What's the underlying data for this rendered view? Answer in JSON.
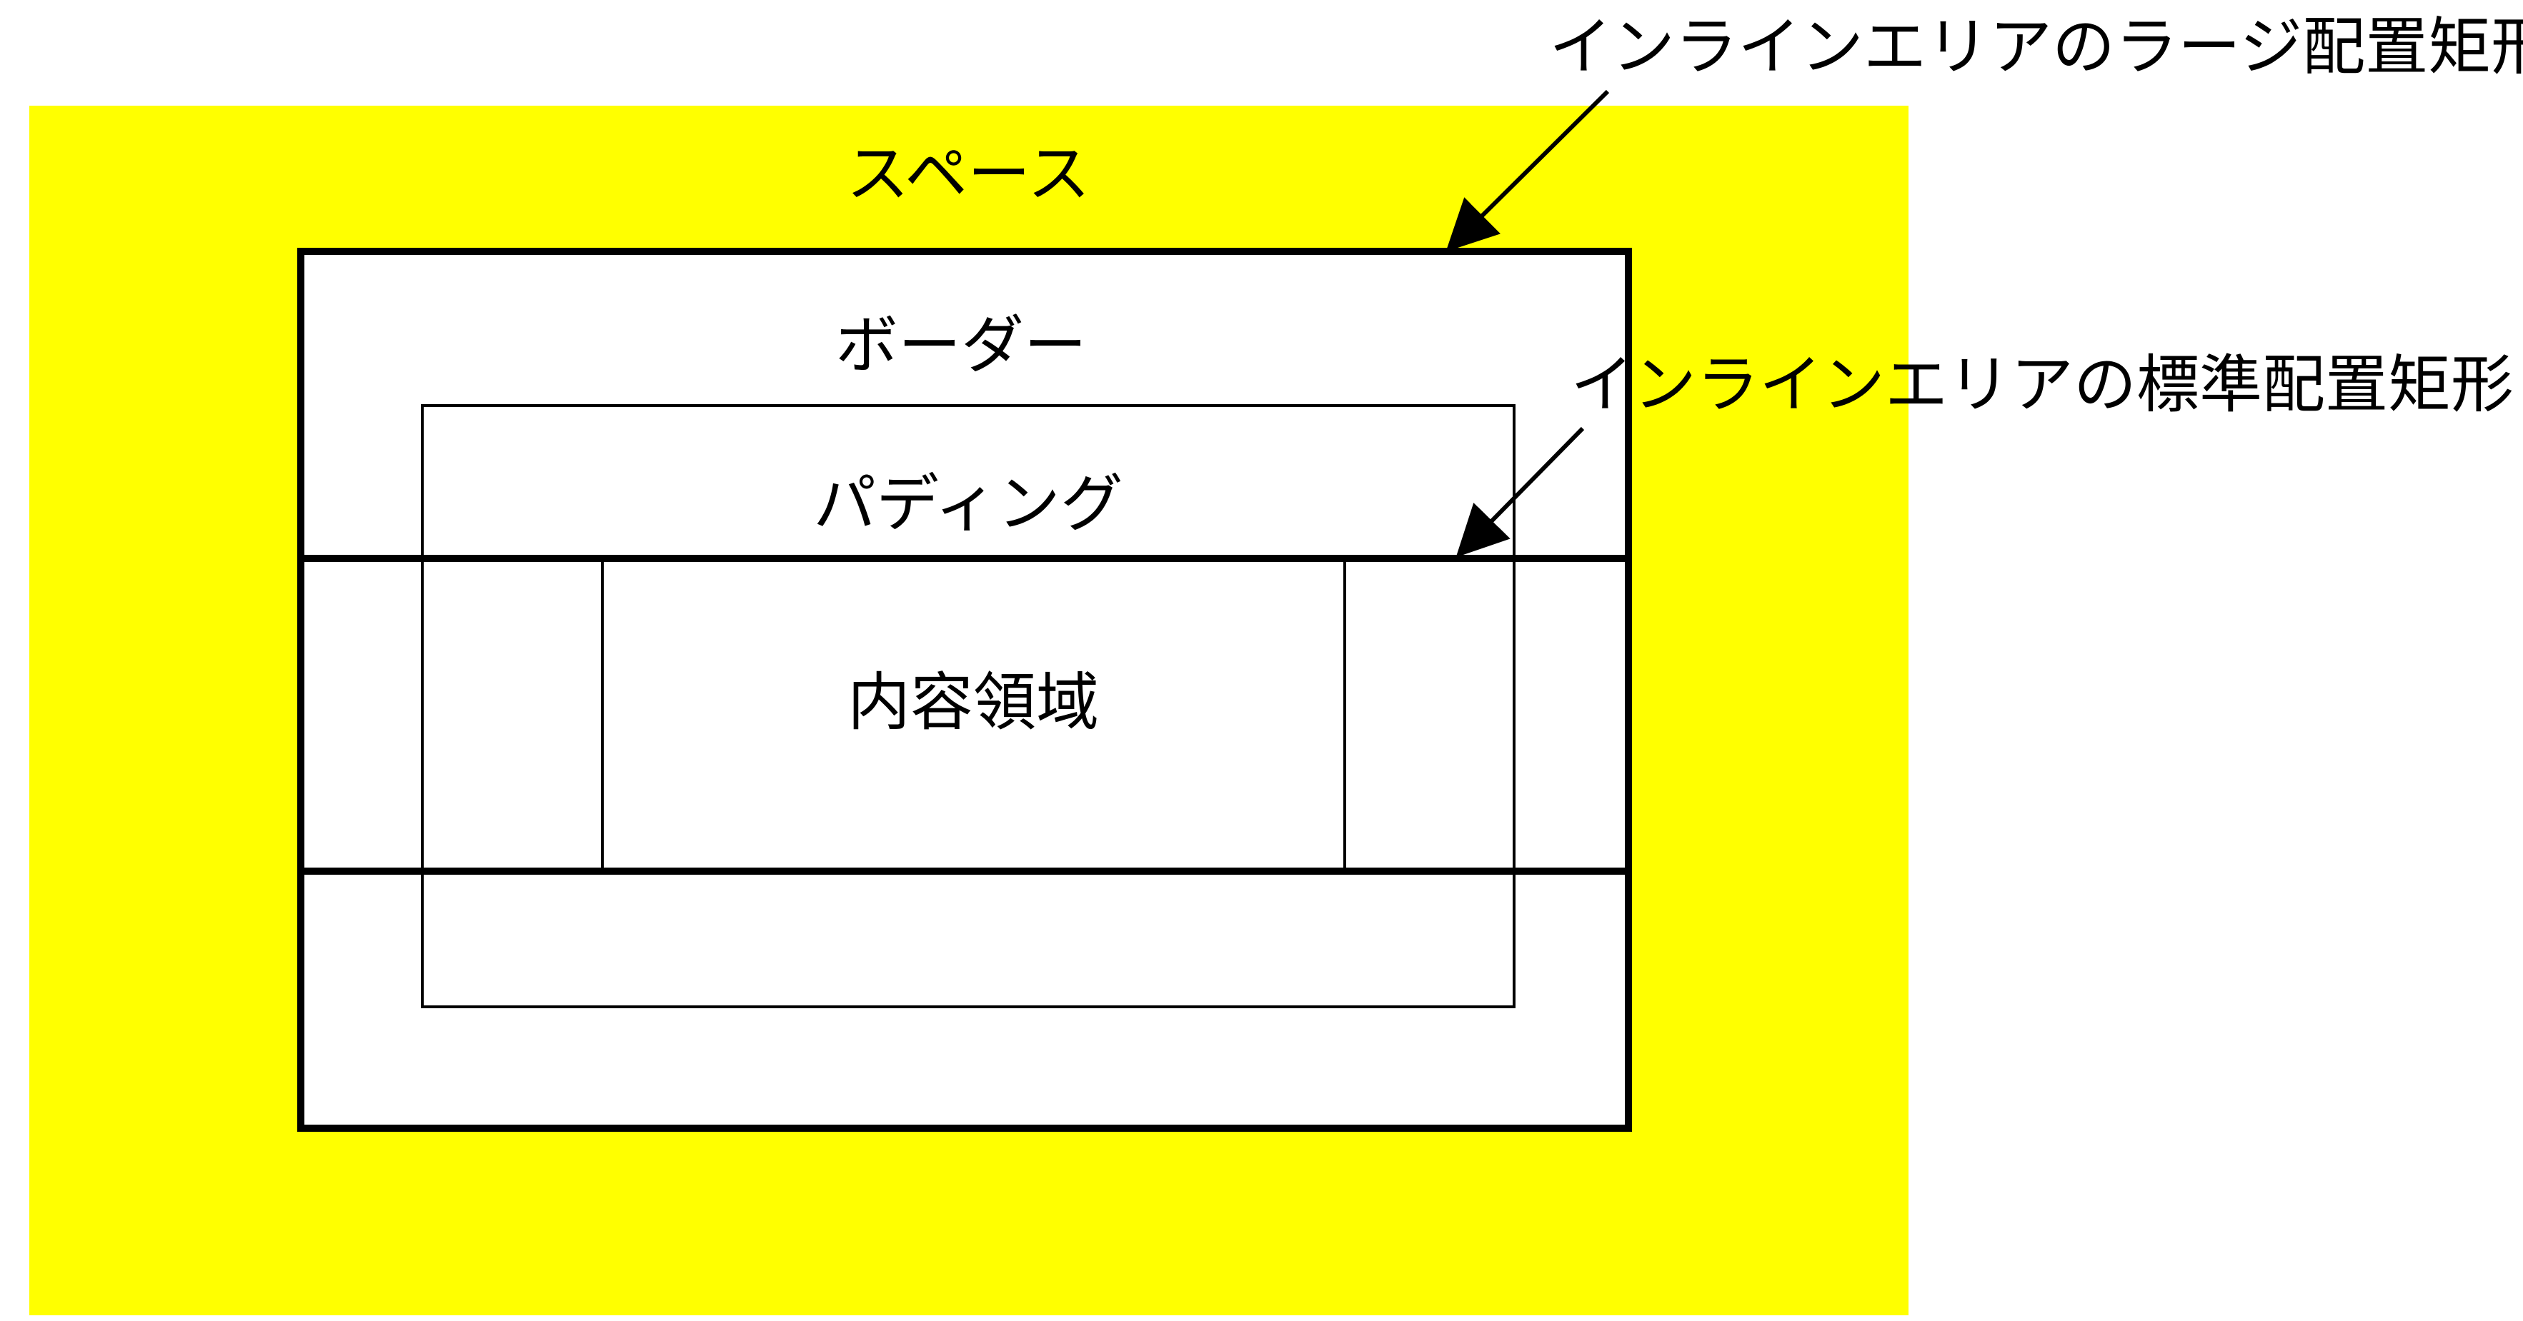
{
  "diagram": {
    "labels": {
      "space": "スペース",
      "border": "ボーダー",
      "padding": "パディング",
      "content_area": "内容領域",
      "large_rect_callout": "インラインエリアのラージ配置矩形",
      "standard_rect_callout": "インラインエリアの標準配置矩形"
    },
    "colors": {
      "space_fill": "#ffff00",
      "box_fill": "#ffffff",
      "line": "#000000"
    }
  }
}
